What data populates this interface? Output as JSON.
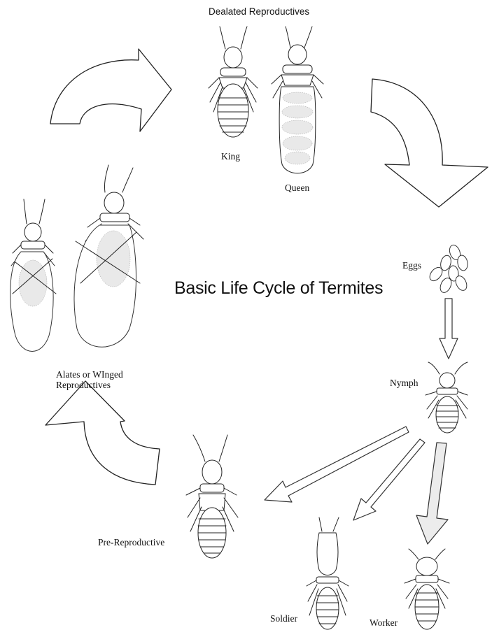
{
  "diagram": {
    "title": "Basic Life Cycle of Termites",
    "top_label": "Dealated Reproductives",
    "labels": {
      "king": "King",
      "queen": "Queen",
      "eggs": "Eggs",
      "nymph": "Nymph",
      "alates_line1": "Alates or WInged",
      "alates_line2": "Reproductives",
      "pre_reproductive": "Pre-Reproductive",
      "soldier": "Soldier",
      "worker": "Worker"
    },
    "colors": {
      "line": "#222222",
      "grey_arrow_fill": "#ececec",
      "background": "#ffffff"
    },
    "stages": [
      "Dealated Reproductives",
      "Eggs",
      "Nymph",
      "Worker",
      "Soldier",
      "Pre-Reproductive",
      "Alates or WInged Reproductives"
    ]
  }
}
